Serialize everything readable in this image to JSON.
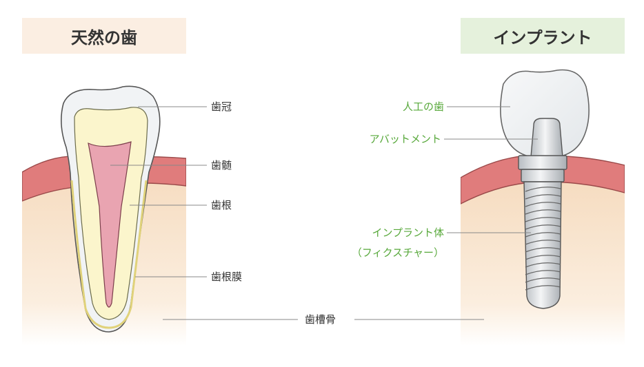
{
  "natural": {
    "title": "天然の歯",
    "labels": {
      "crown": "歯冠",
      "pulp": "歯髄",
      "root": "歯根",
      "ligament": "歯根膜"
    }
  },
  "implant": {
    "title": "インプラント",
    "labels": {
      "artificial_tooth": "人工の歯",
      "abutment": "アバットメント",
      "fixture_line1": "インプラント体",
      "fixture_line2": "（フィクスチャー）"
    }
  },
  "shared": {
    "alveolar_bone": "歯槽骨"
  },
  "colors": {
    "natural_header_bg": "#fbeee2",
    "implant_header_bg": "#e5f1dc",
    "bone": "#f7e2c9",
    "gum": "#e07c7c",
    "enamel": "#f1f3f5",
    "dentin": "#fbf5cc",
    "pulp": "#e9a4b1",
    "metal": "#d0d4d8",
    "green_label": "#57a83a"
  }
}
